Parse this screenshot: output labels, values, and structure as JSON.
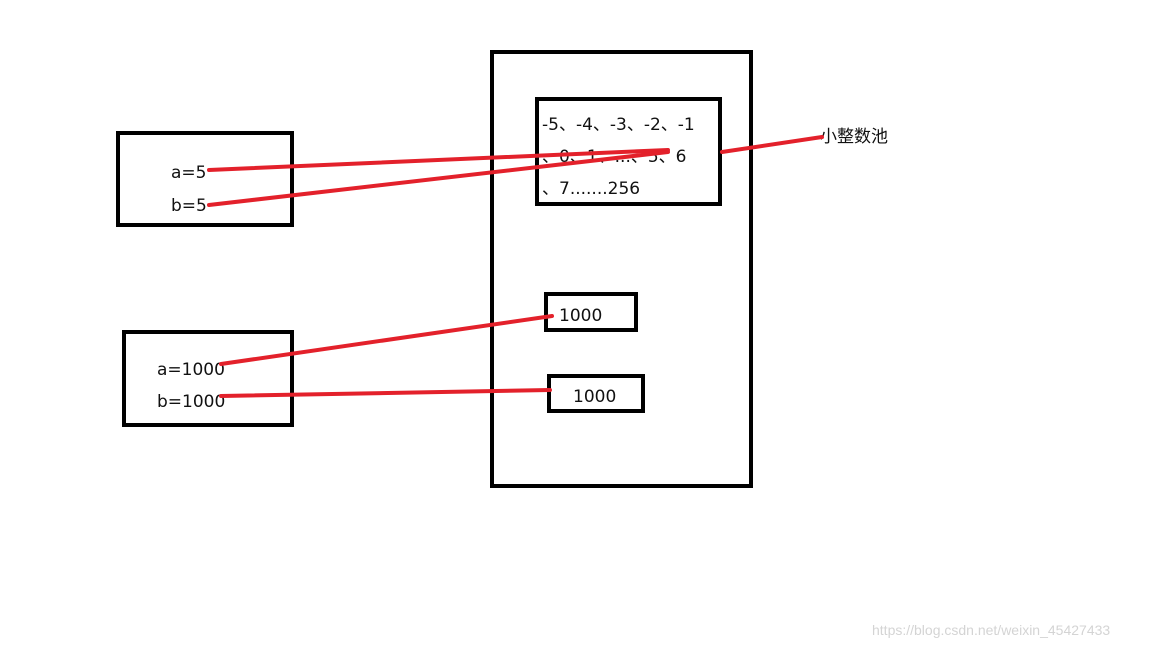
{
  "variables_small": {
    "a_label": "a=5",
    "b_label": "b=5"
  },
  "variables_large": {
    "a_label": "a=1000",
    "b_label": "b=1000"
  },
  "small_int_pool": {
    "line1": "-5、-4、-3、-2、-1",
    "line2": "、0、1、...、5、6",
    "line3": "、7.......256"
  },
  "objects": {
    "first_value": "1000",
    "second_value": "1000"
  },
  "pool_caption": "小整数池",
  "watermark": "https://blog.csdn.net/weixin_45427433",
  "colors": {
    "border": "#000000",
    "arrow": "#e3212b",
    "watermark": "#d4d4d4"
  }
}
